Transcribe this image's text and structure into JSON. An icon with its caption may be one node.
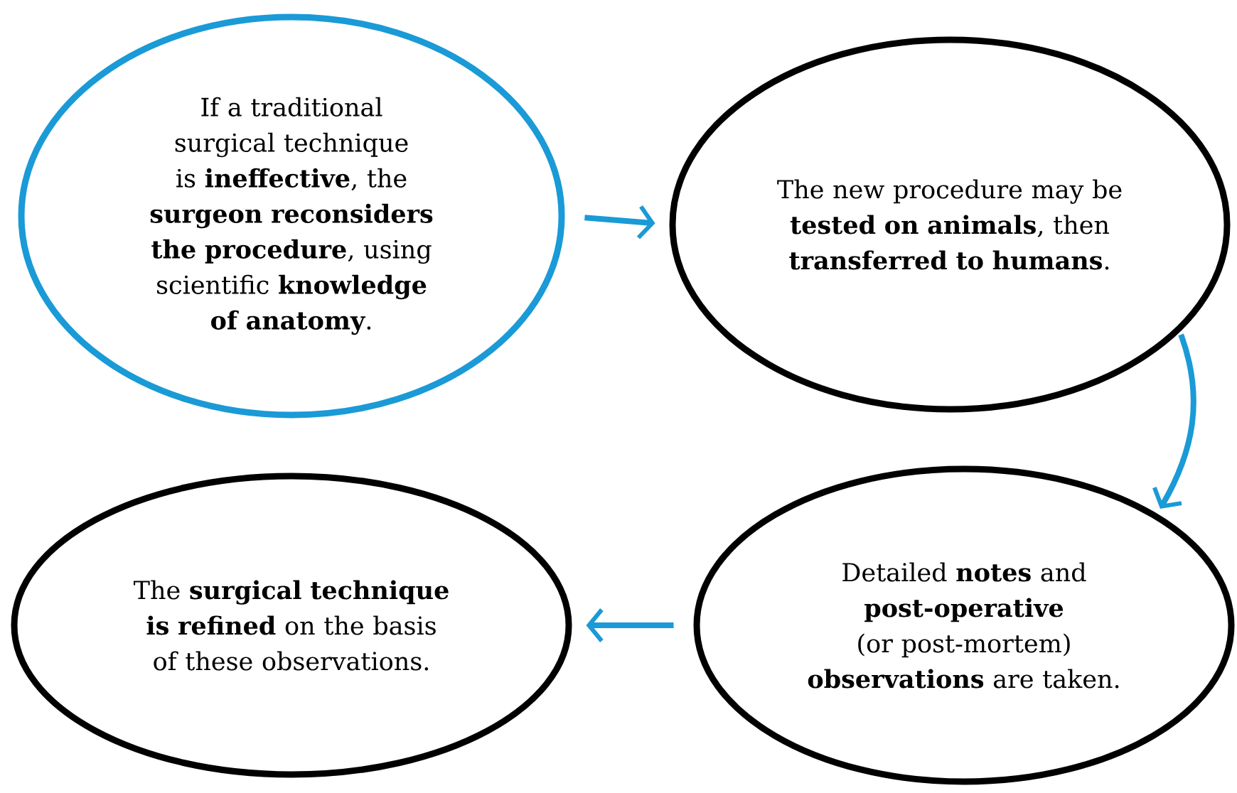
{
  "diagram": {
    "nodes": [
      {
        "text": [
          "If a traditional surgical technique is **ineffective**, the **surgeon reconsiders the procedure**, using scientific **knowledge of anatomy**."
        ]
      },
      {
        "text": [
          "The new procedure may be **tested on animals**, then **transferred to humans**."
        ]
      },
      {
        "text": [
          "Detailed **notes** and **post-operative** (or post-mortem) **observations** are taken."
        ]
      },
      {
        "text": [
          "The **surgical technique is refined** on the basis of these observations."
        ]
      }
    ],
    "edges": [
      {
        "from": 0,
        "to": 1,
        "arrow": "to"
      },
      {
        "from": 1,
        "to": 2,
        "arrow": "to"
      },
      {
        "from": 2,
        "to": 3,
        "arrow": "to"
      }
    ]
  }
}
